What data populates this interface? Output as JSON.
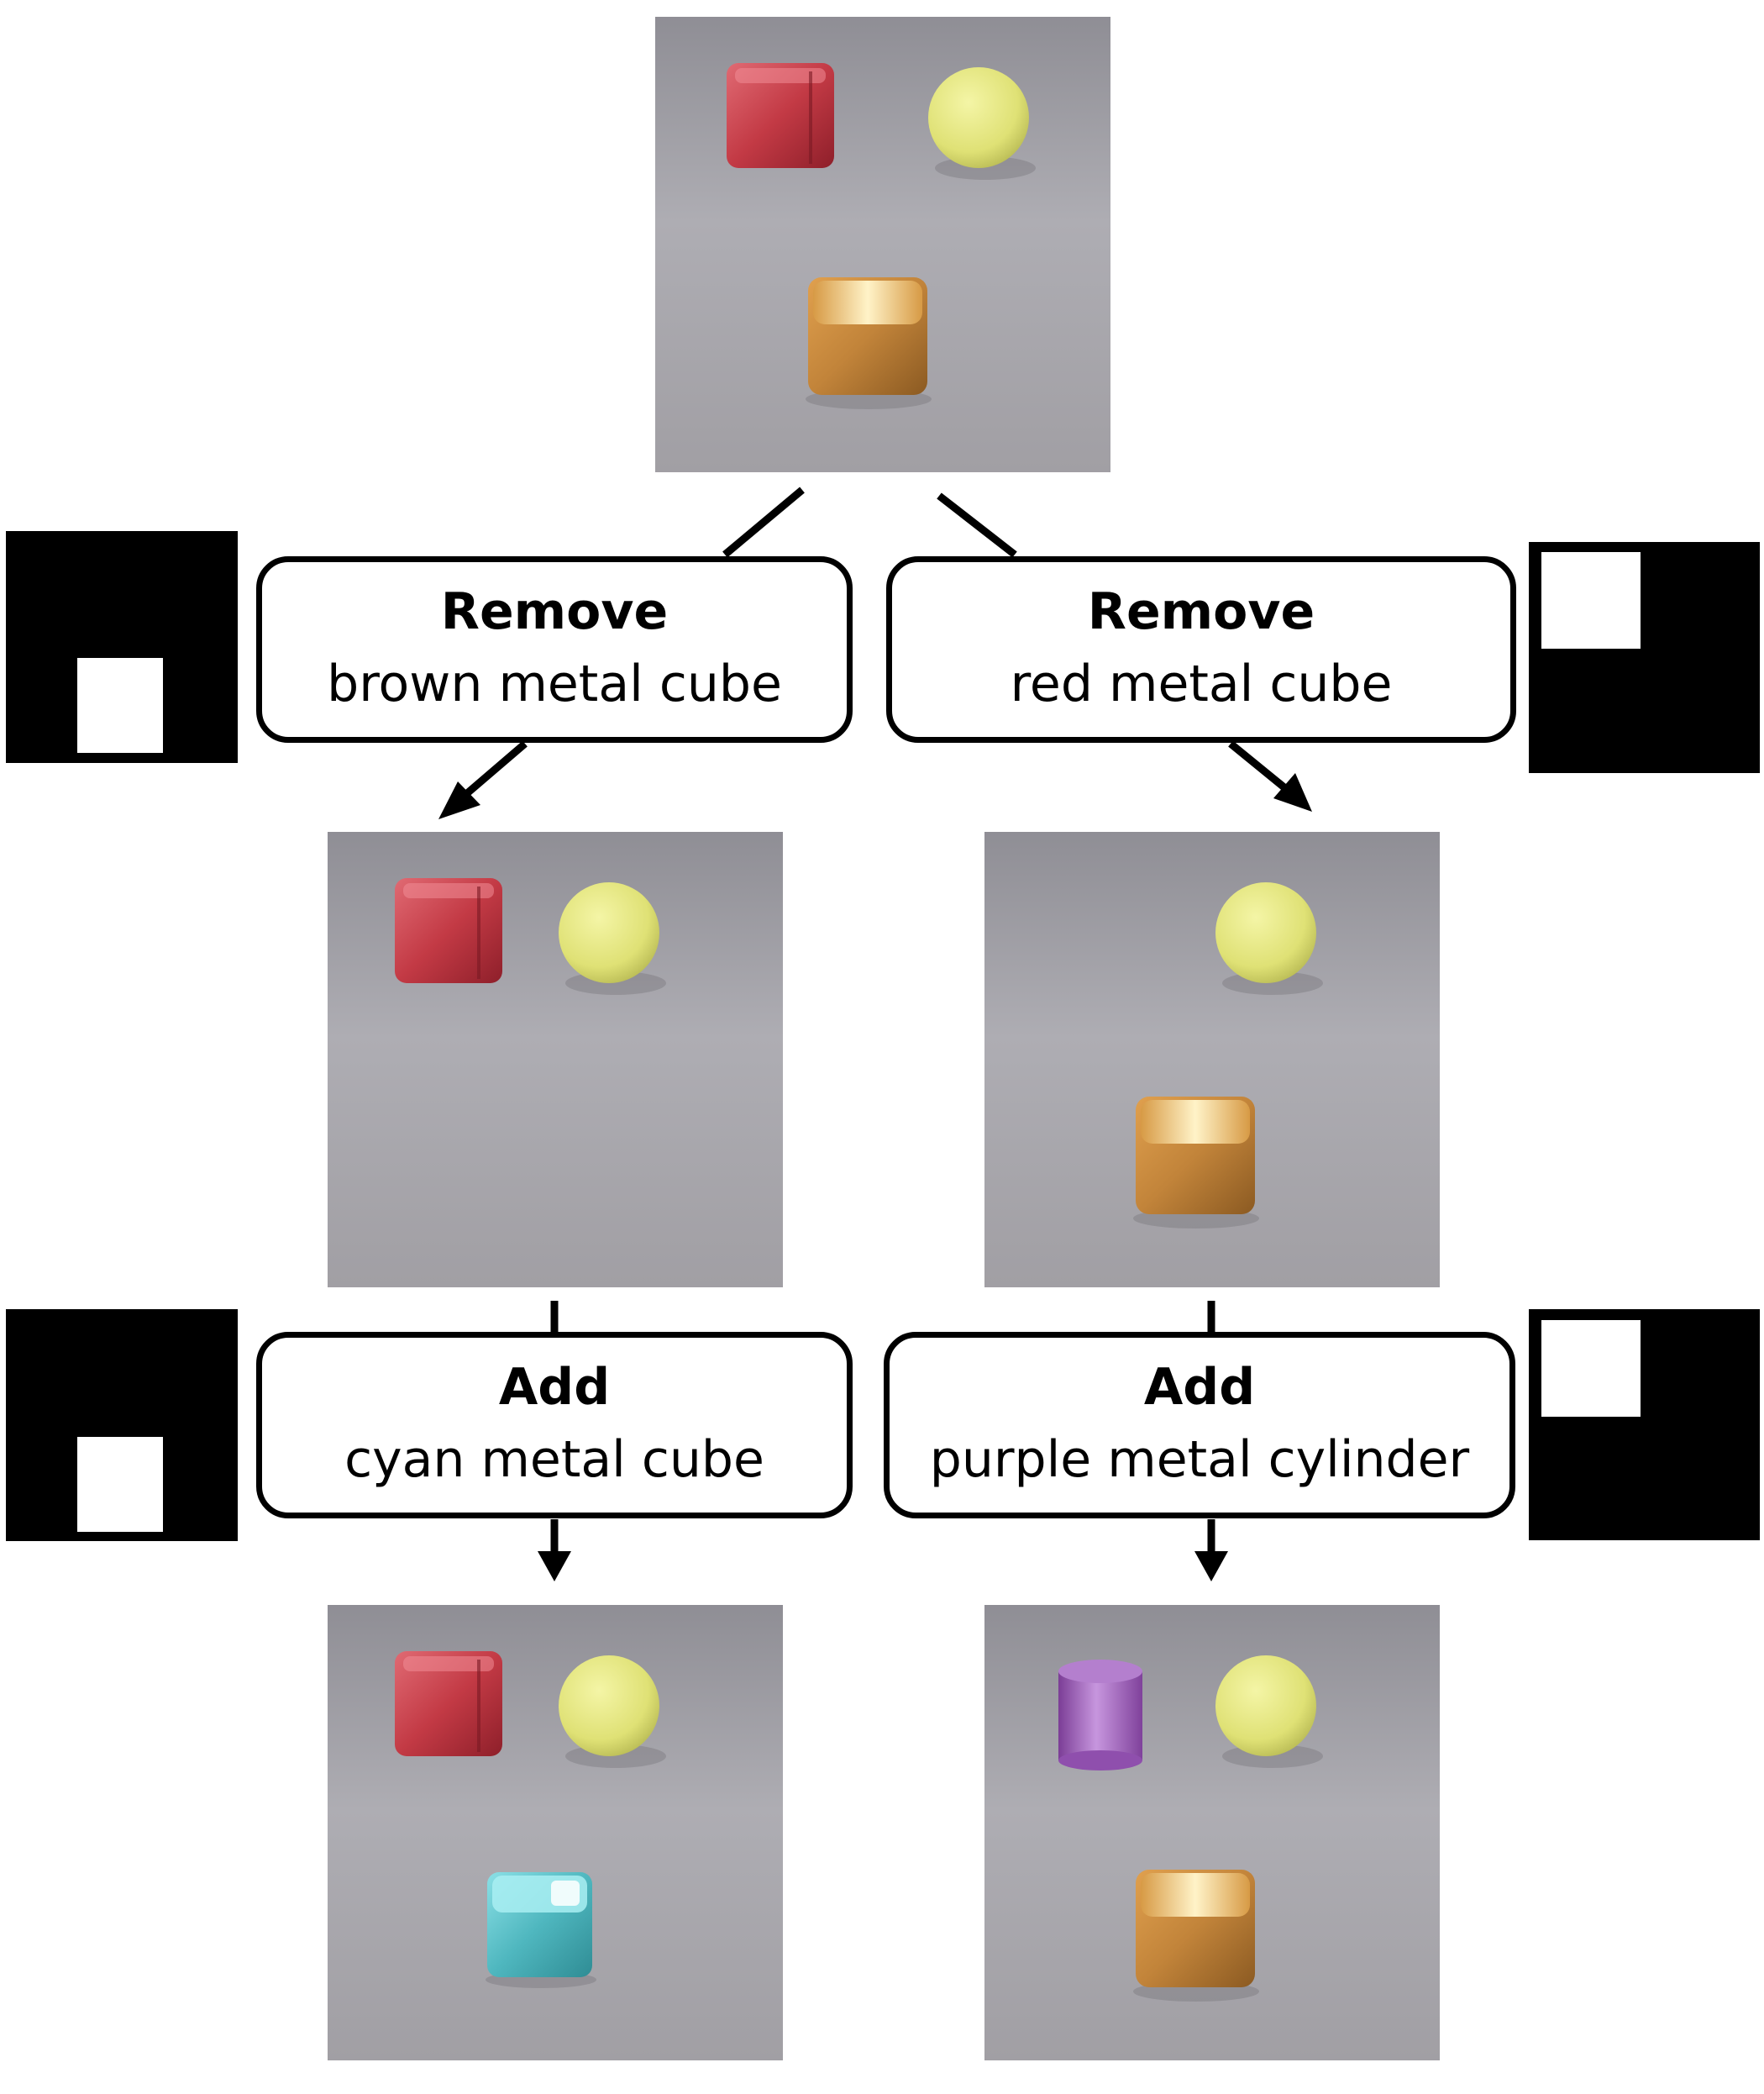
{
  "operations": [
    {
      "action": "Remove",
      "target": "brown metal cube"
    },
    {
      "action": "Remove",
      "target": "red metal cube"
    },
    {
      "action": "Add",
      "target": "cyan metal cube"
    },
    {
      "action": "Add",
      "target": "purple metal cylinder"
    }
  ],
  "colors": {
    "floor": "#a9a8ae",
    "red_cube": "#c33a45",
    "yellow_sphere": "#e3e57c",
    "brown_cube": "#c2843a",
    "cyan_cube": "#4fb7bf",
    "purple_cylinder": "#9b58b7",
    "mask_background": "#000000",
    "mask_region": "#ffffff"
  }
}
